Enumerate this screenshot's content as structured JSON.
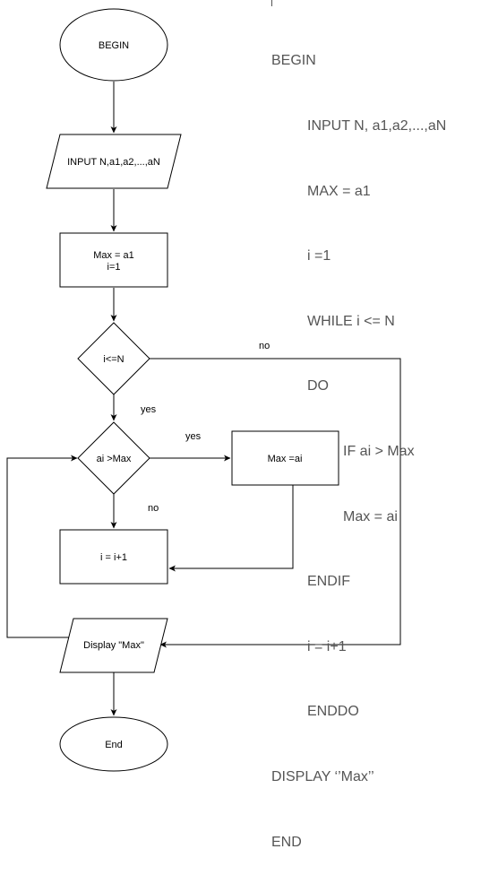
{
  "flowchart": {
    "nodes": {
      "begin": {
        "label": "BEGIN"
      },
      "input": {
        "label": "INPUT N,a1,a2,...,aN"
      },
      "init": {
        "lines": [
          "Max = a1",
          "i=1"
        ]
      },
      "loop_check": {
        "label": "i<=N"
      },
      "compare": {
        "label": "ai >Max"
      },
      "assign": {
        "label": "Max =ai"
      },
      "increment": {
        "label": "i = i+1"
      },
      "display": {
        "label": "Display \"Max\""
      },
      "end": {
        "label": "End"
      }
    },
    "edge_labels": {
      "loop_no": "no",
      "loop_yes": "yes",
      "compare_yes": "yes",
      "compare_no": "no"
    }
  },
  "pseudocode": [
    {
      "indent": 0,
      "text": "BEGIN"
    },
    {
      "indent": 1,
      "text": "INPUT N, a1,a2,...,aN"
    },
    {
      "indent": 1,
      "text": "MAX = a1"
    },
    {
      "indent": 1,
      "text": "i =1"
    },
    {
      "indent": 1,
      "text": "WHILE i <= N"
    },
    {
      "indent": 1,
      "text": "DO"
    },
    {
      "indent": 2,
      "text": "IF ai > Max"
    },
    {
      "indent": 2,
      "text": "Max = ai"
    },
    {
      "indent": 1,
      "text": "ENDIF"
    },
    {
      "indent": 1,
      "text": "i = i+1"
    },
    {
      "indent": 1,
      "text": "ENDDO"
    },
    {
      "indent": 0,
      "text": "DISPLAY ‘’Max’’"
    },
    {
      "indent": 0,
      "text": "END"
    }
  ]
}
